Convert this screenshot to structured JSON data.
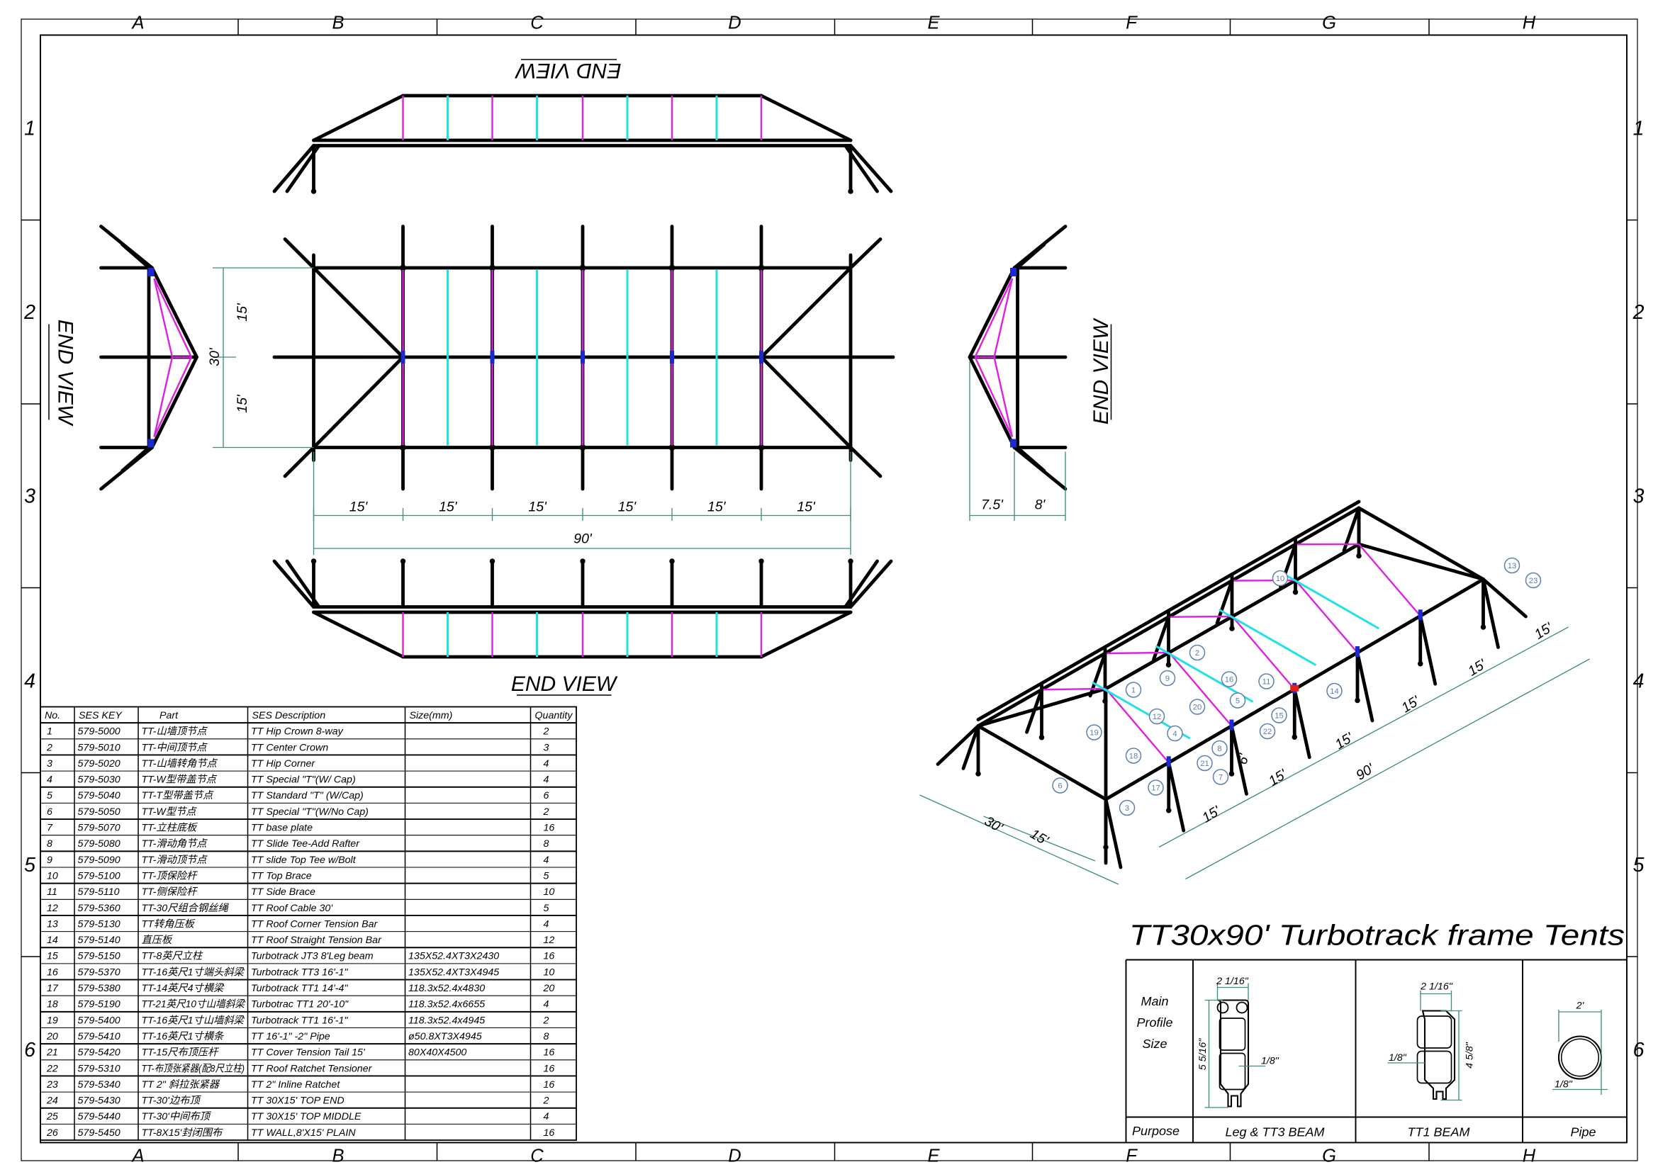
{
  "border": {
    "columns": [
      "A",
      "B",
      "C",
      "D",
      "E",
      "F",
      "G",
      "H"
    ],
    "rows": [
      "1",
      "2",
      "3",
      "4",
      "5",
      "6"
    ]
  },
  "views": {
    "end_view_label": "END VIEW",
    "plan_dims": {
      "width_total": "30'",
      "width_half": "15'",
      "bay": "15'",
      "length_total": "90'"
    },
    "side_dims": {
      "a": "7.5'",
      "b": "8'"
    }
  },
  "isometric": {
    "balloons": [
      "1",
      "2",
      "3",
      "4",
      "5",
      "6",
      "7",
      "8",
      "9",
      "10",
      "11",
      "12",
      "13",
      "14",
      "15",
      "16",
      "17",
      "18",
      "19",
      "20",
      "21",
      "22",
      "23"
    ],
    "dims": {
      "width": "30'",
      "half": "15'",
      "bay": "15'",
      "length": "90'",
      "height": "6'"
    }
  },
  "colors": {
    "frame": "#000000",
    "rafter": "#e020e0",
    "purlin": "#20e0e8",
    "dimension": "#3f8f73",
    "connector": "#1a2ad0",
    "highlight_qty": "#e020e0"
  },
  "table": {
    "headers": [
      "No.",
      "SES KEY",
      "Part",
      "SES Description",
      "Size(mm)",
      "Quantity"
    ],
    "rows": [
      {
        "no": "1",
        "key": "579-5000",
        "part": "TT-山墙顶节点",
        "desc": "TT Hip Crown 8-way",
        "size": "",
        "qty": "2",
        "hl": true
      },
      {
        "no": "2",
        "key": "579-5010",
        "part": "TT-中间顶节点",
        "desc": "TT Center Crown",
        "size": "",
        "qty": "3",
        "hl": false
      },
      {
        "no": "3",
        "key": "579-5020",
        "part": "TT-山墙转角节点",
        "desc": "TT Hip Corner",
        "size": "",
        "qty": "4",
        "hl": true
      },
      {
        "no": "4",
        "key": "579-5030",
        "part": "TT-W型带盖节点",
        "desc": "TT Special \"T\"(W/ Cap)",
        "size": "",
        "qty": "4",
        "hl": true
      },
      {
        "no": "5",
        "key": "579-5040",
        "part": "TT-T型带盖节点",
        "desc": "TT Standard \"T\" (W/Cap)",
        "size": "",
        "qty": "6",
        "hl": false
      },
      {
        "no": "6",
        "key": "579-5050",
        "part": "TT-W型节点",
        "desc": "TT Special \"T\"(W/No Cap)",
        "size": "",
        "qty": "2",
        "hl": true
      },
      {
        "no": "7",
        "key": "579-5070",
        "part": "TT-立柱底板",
        "desc": "TT base plate",
        "size": "",
        "qty": "16",
        "hl": false
      },
      {
        "no": "8",
        "key": "579-5080",
        "part": "TT-滑动角节点",
        "desc": "TT Slide Tee-Add Rafter",
        "size": "",
        "qty": "8",
        "hl": false
      },
      {
        "no": "9",
        "key": "579-5090",
        "part": "TT-滑动顶节点",
        "desc": "TT slide Top Tee w/Bolt",
        "size": "",
        "qty": "4",
        "hl": false
      },
      {
        "no": "10",
        "key": "579-5100",
        "part": "TT-顶保险杆",
        "desc": "TT Top Brace",
        "size": "",
        "qty": "5",
        "hl": false
      },
      {
        "no": "11",
        "key": "579-5110",
        "part": "TT-侧保险杆",
        "desc": "TT Side  Brace",
        "size": "",
        "qty": "10",
        "hl": false
      },
      {
        "no": "12",
        "key": "579-5360",
        "part": "TT-30尺组合钢丝绳",
        "desc": "TT Roof Cable 30'",
        "size": "",
        "qty": "5",
        "hl": false
      },
      {
        "no": "13",
        "key": "579-5130",
        "part": "TT转角压板",
        "desc": "TT Roof Corner Tension Bar",
        "size": "",
        "qty": "4",
        "hl": true
      },
      {
        "no": "14",
        "key": "579-5140",
        "part": "直压板",
        "desc": "TT Roof Straight Tension Bar",
        "size": "",
        "qty": "12",
        "hl": false
      },
      {
        "no": "15",
        "key": "579-5150",
        "part": "TT-8英尺立柱",
        "desc": "Turbotrack JT3 8'Leg beam",
        "size": "135X52.4XT3X2430",
        "qty": "16",
        "hl": false
      },
      {
        "no": "16",
        "key": "579-5370",
        "part": "TT-16英尺1寸端头斜梁",
        "desc": "Turbotrack TT3 16'-1\"",
        "size": "135X52.4XT3X4945",
        "qty": "10",
        "hl": false
      },
      {
        "no": "17",
        "key": "579-5380",
        "part": "TT-14英尺4寸横梁",
        "desc": "Turbotrack TT1 14'-4\"",
        "size": "118.3x52.4x4830",
        "qty": "20",
        "hl": false
      },
      {
        "no": "18",
        "key": "579-5190",
        "part": "TT-21英尺10寸山墙斜梁",
        "desc": "Turbotrac TT1 20'-10\"",
        "size": "118.3x52.4x6655",
        "qty": "4",
        "hl": true
      },
      {
        "no": "19",
        "key": "579-5400",
        "part": "TT-16英尺1寸山墙斜梁",
        "desc": "Turbotrack TT1 16'-1\"",
        "size": "118.3x52.4x4945",
        "qty": "2",
        "hl": true
      },
      {
        "no": "20",
        "key": "579-5410",
        "part": "TT-16英尺1寸横条",
        "desc": "TT 16'-1\" -2\" Pipe",
        "size": "ø50.8XT3X4945",
        "qty": "8",
        "hl": false
      },
      {
        "no": "21",
        "key": "579-5420",
        "part": "TT-15尺布顶压杆",
        "desc": "TT Cover Tension Tail 15'",
        "size": "80X40X4500",
        "qty": "16",
        "hl": false
      },
      {
        "no": "22",
        "key": "579-5310",
        "part": "TT-布顶张紧器(配8尺立柱)",
        "desc": "TT Roof Ratchet Tensioner",
        "size": "",
        "qty": "16",
        "hl": false
      },
      {
        "no": "23",
        "key": "579-5340",
        "part": "TT 2\" 斜拉张紧器",
        "desc": "TT 2\" Inline Ratchet",
        "size": "",
        "qty": "16",
        "hl": false
      },
      {
        "no": "24",
        "key": "579-5430",
        "part": "TT-30'边布顶",
        "desc": "TT 30X15' TOP END",
        "size": "",
        "qty": "2",
        "hl": true
      },
      {
        "no": "25",
        "key": "579-5440",
        "part": "TT-30'中间布顶",
        "desc": "TT 30X15' TOP MIDDLE",
        "size": "",
        "qty": "4",
        "hl": false
      },
      {
        "no": "26",
        "key": "579-5450",
        "part": "TT-8X15'封闭围布",
        "desc": "TT WALL,8'X15' PLAIN",
        "size": "",
        "qty": "16",
        "hl": false
      }
    ]
  },
  "title_block": {
    "title": "TT30x90' Turbotrack frame Tents",
    "profile_label": [
      "Main",
      "Profile",
      "Size"
    ],
    "purpose_label": "Purpose",
    "profiles": [
      {
        "purpose": "Leg & TT3 BEAM",
        "width": "2 1/16\"",
        "height": "5 5/16\"",
        "wall": "1/8\""
      },
      {
        "purpose": "TT1 BEAM",
        "width": "2 1/16\"",
        "height": "4 5/8\"",
        "wall": "1/8\""
      },
      {
        "purpose": "Pipe",
        "width": "2'",
        "wall": "1/8\""
      }
    ]
  }
}
